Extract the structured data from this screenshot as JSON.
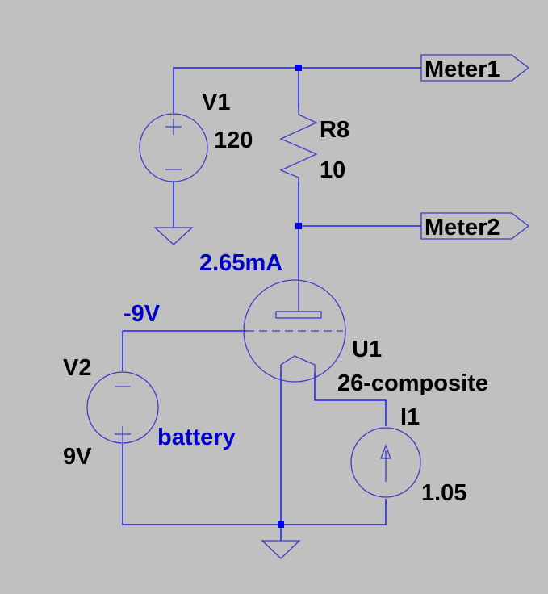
{
  "components": {
    "v1": {
      "name": "V1",
      "value": "120"
    },
    "r8": {
      "name": "R8",
      "value": "10"
    },
    "u1": {
      "name": "U1",
      "model": "26-composite"
    },
    "v2": {
      "name": "V2",
      "value": "9V",
      "comment": "battery"
    },
    "i1": {
      "name": "I1",
      "value": "1.05"
    }
  },
  "net_labels": {
    "meter1": "Meter1",
    "meter2": "Meter2"
  },
  "annotations": {
    "anode_current": "2.65mA",
    "grid_voltage": "-9V"
  },
  "colors": {
    "background": "#c0c0c0",
    "wire": "#0000ff",
    "symbol": "#3c3cc8",
    "annotation": "#0000c8",
    "text": "#000000"
  }
}
